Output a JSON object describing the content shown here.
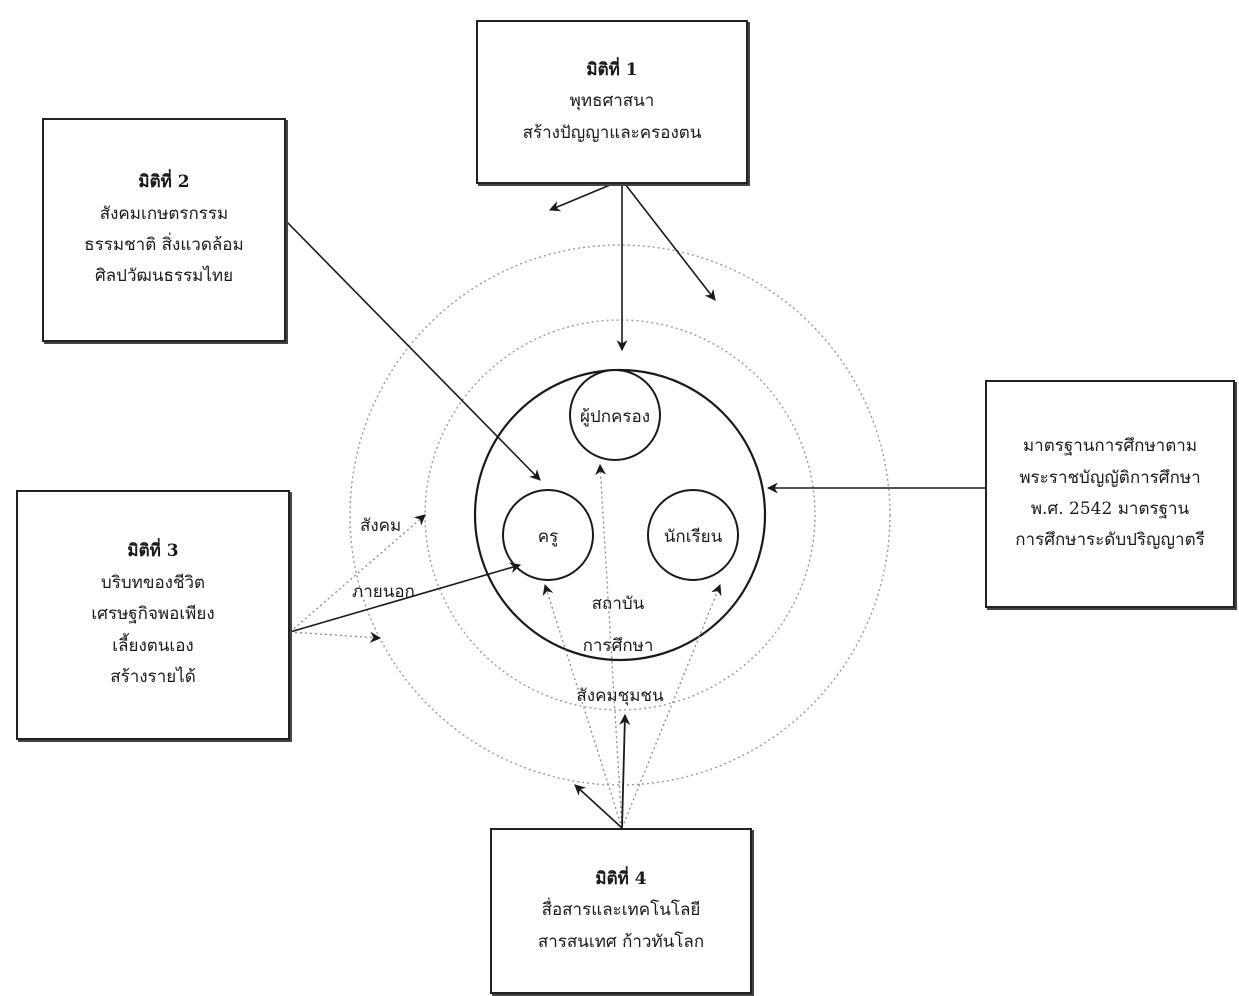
{
  "dimension1": {
    "title": "มิติที่ 1",
    "lines": [
      "พุทธศาสนา",
      "สร้างปัญญาและครองตน"
    ]
  },
  "dimension2": {
    "title": "มิติที่ 2",
    "lines": [
      "สังคมเกษตรกรรม",
      "ธรรมชาติ สิ่งแวดล้อม",
      "ศิลปวัฒนธรรมไทย"
    ]
  },
  "dimension3": {
    "title": "มิติที่ 3",
    "lines": [
      "บริบทของชีวิต",
      "เศรษฐกิจพอเพียง",
      "เลี้ยงตนเอง",
      "สร้างรายได้"
    ]
  },
  "dimension4": {
    "title": "มิติที่ 4",
    "lines": [
      "สื่อสารและเทคโนโลยี",
      "สารสนเทศ ก้าวทันโลก"
    ]
  },
  "standards": {
    "lines": [
      "มาตรฐานการศึกษาตาม",
      "พระราชบัญญัติการศึกษา",
      "พ.ศ. 2542 มาตรฐาน",
      "การศึกษาระดับปริญญาตรี"
    ]
  },
  "center": {
    "parent": "ผู้ปกครอง",
    "teacher": "ครู",
    "student": "นักเรียน",
    "institution_line1": "สถาบัน",
    "institution_line2": "การศึกษา",
    "community": "สังคมชุมชน",
    "outer_society_line1": "สังคม",
    "outer_society_line2": "ภายนอก"
  },
  "colors": {
    "line": "#1a1a1a",
    "dotted": "#8a8a8a"
  }
}
